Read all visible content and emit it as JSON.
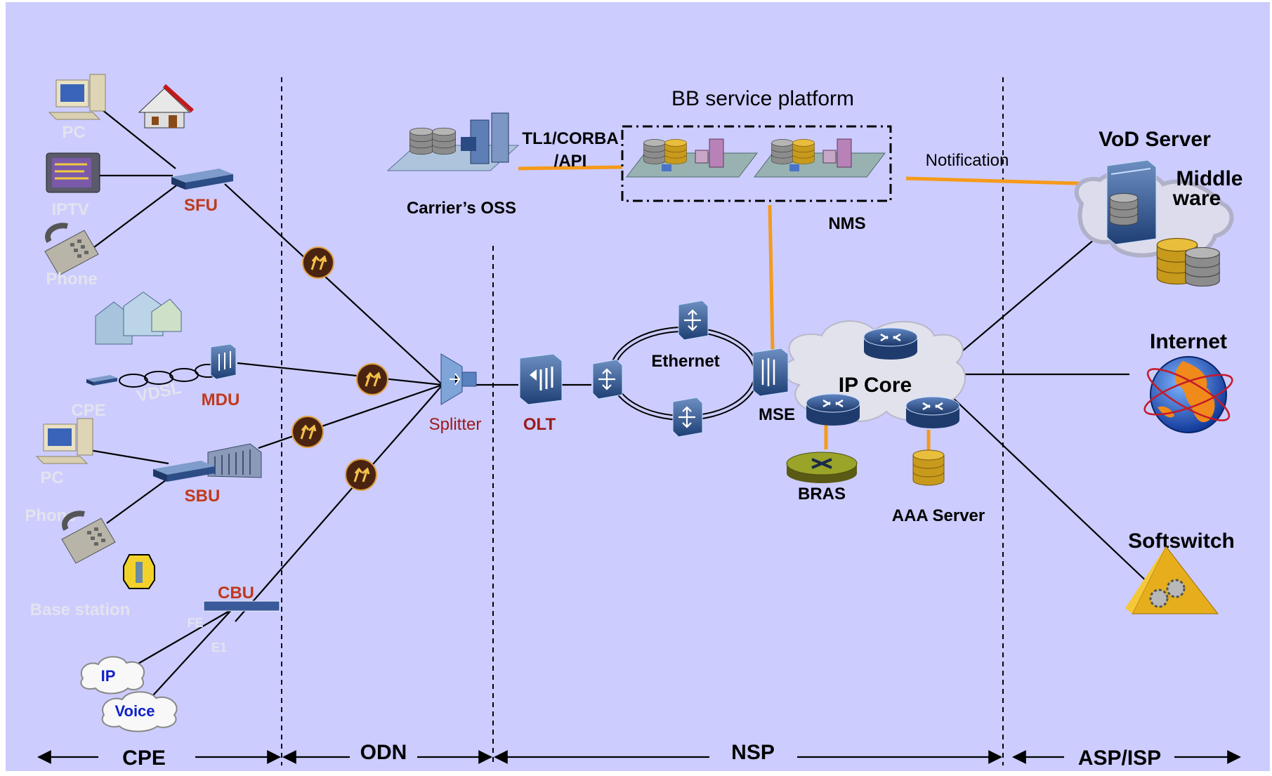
{
  "diagram": {
    "background_color": "#ccccff",
    "labels": {
      "bb_platform": "BB service platform",
      "tl1": "TL1/CORBA",
      "api": "/API",
      "carrier_oss": "Carrier’s OSS",
      "notification": "Notification",
      "nms": "NMS",
      "vod_server": "VoD Server",
      "middleware_1": "Middle",
      "middleware_2": "ware",
      "internet": "Internet",
      "softswitch": "Softswitch",
      "ip_core": "IP Core",
      "ethernet": "Ethernet",
      "mse": "MSE",
      "bras": "BRAS",
      "aaa_server": "AAA Server",
      "olt": "OLT",
      "splitter": "Splitter",
      "sfu": "SFU",
      "mdu": "MDU",
      "sbu": "SBU",
      "cbu": "CBU",
      "pc1": "PC",
      "iptv": "IPTV",
      "phone1": "Phone",
      "cpe_dev": "CPE",
      "vdsl": "VDSL",
      "pc2": "PC",
      "phone2": "Phone",
      "base_station": "Base station",
      "fe": "FE",
      "e1": "E1",
      "ip": "IP",
      "voice": "Voice"
    },
    "sections": {
      "cpe": "CPE",
      "odn": "ODN",
      "nsp": "NSP",
      "asp_isp": "ASP/ISP"
    }
  }
}
